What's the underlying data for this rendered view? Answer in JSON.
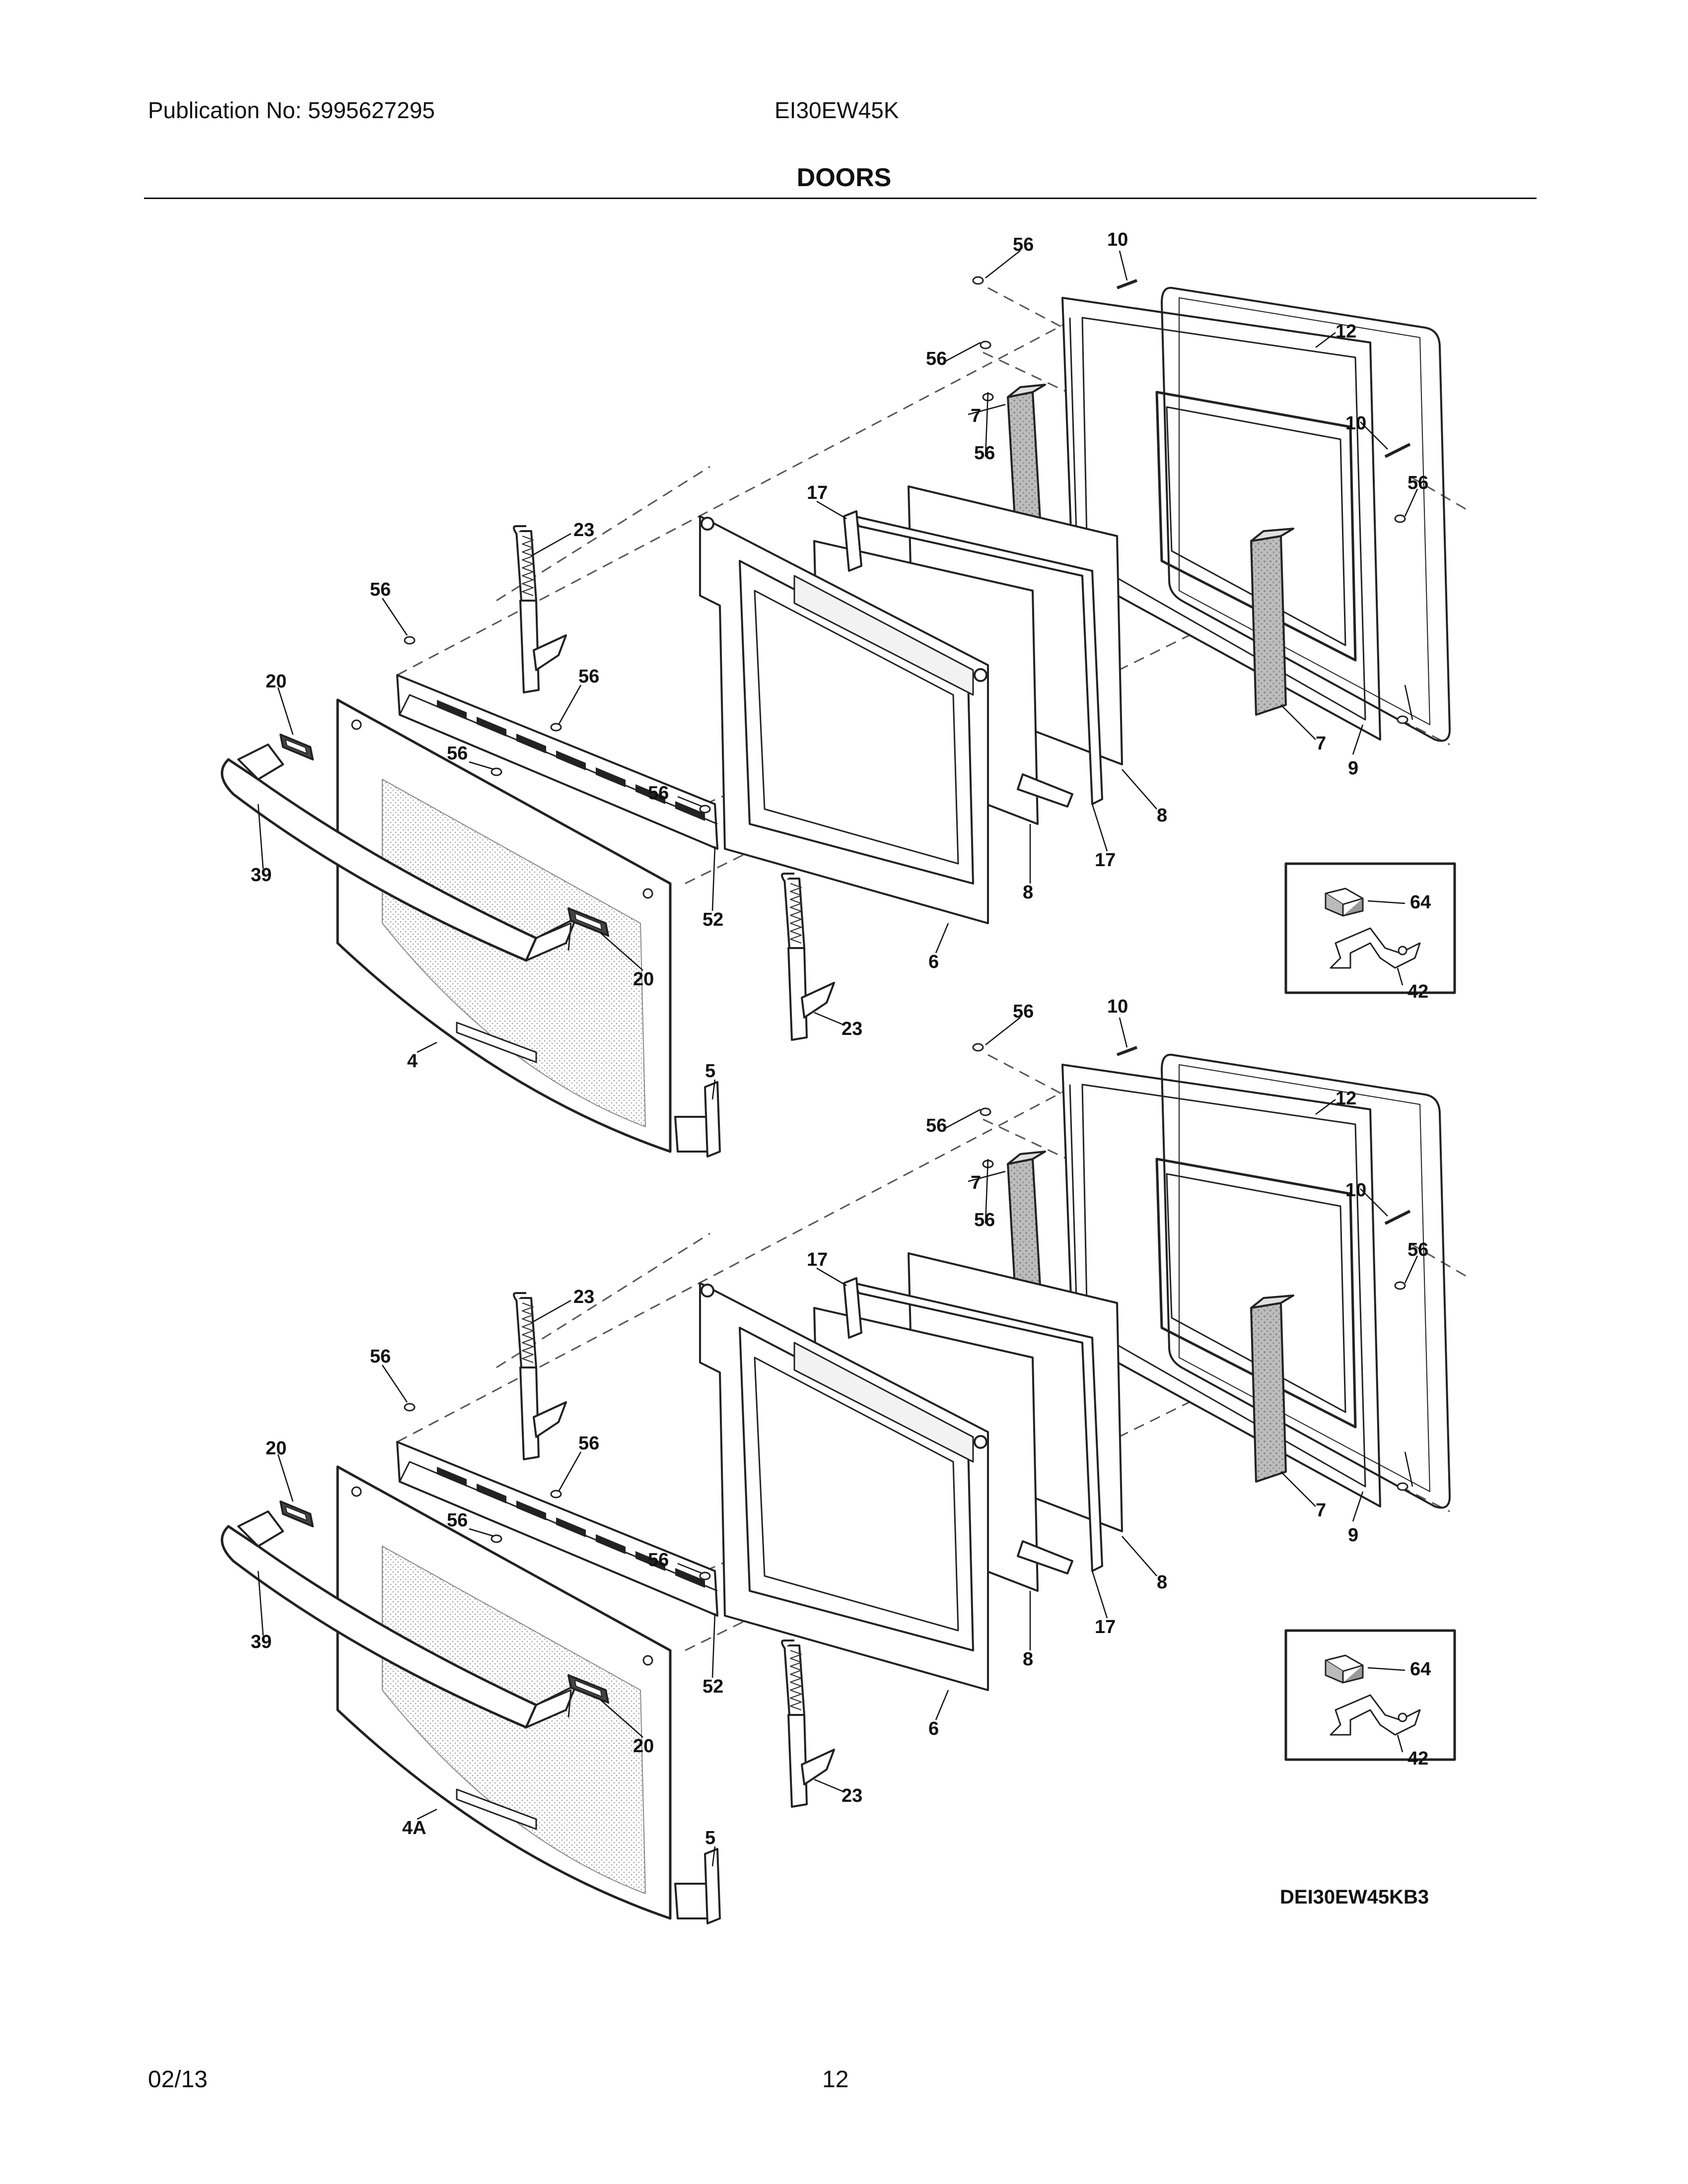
{
  "header": {
    "publication": "Publication No: 5995627295",
    "model": "EI30EW45K",
    "title": "DOORS"
  },
  "diagram": {
    "code": "DEI30EW45KB3",
    "upper_labels": [
      "56",
      "10",
      "12",
      "56",
      "7",
      "10",
      "56",
      "56",
      "17",
      "23",
      "56",
      "56",
      "20",
      "56",
      "56",
      "7",
      "9",
      "8",
      "39",
      "52",
      "17",
      "8",
      "6",
      "20",
      "23",
      "4",
      "5",
      "64",
      "42"
    ],
    "lower_labels": [
      "56",
      "10",
      "12",
      "56",
      "7",
      "10",
      "56",
      "56",
      "17",
      "23",
      "56",
      "56",
      "20",
      "56",
      "56",
      "7",
      "9",
      "8",
      "39",
      "52",
      "17",
      "8",
      "6",
      "20",
      "23",
      "4A",
      "5",
      "64",
      "42"
    ]
  },
  "footer": {
    "date": "02/13",
    "page": "12"
  }
}
